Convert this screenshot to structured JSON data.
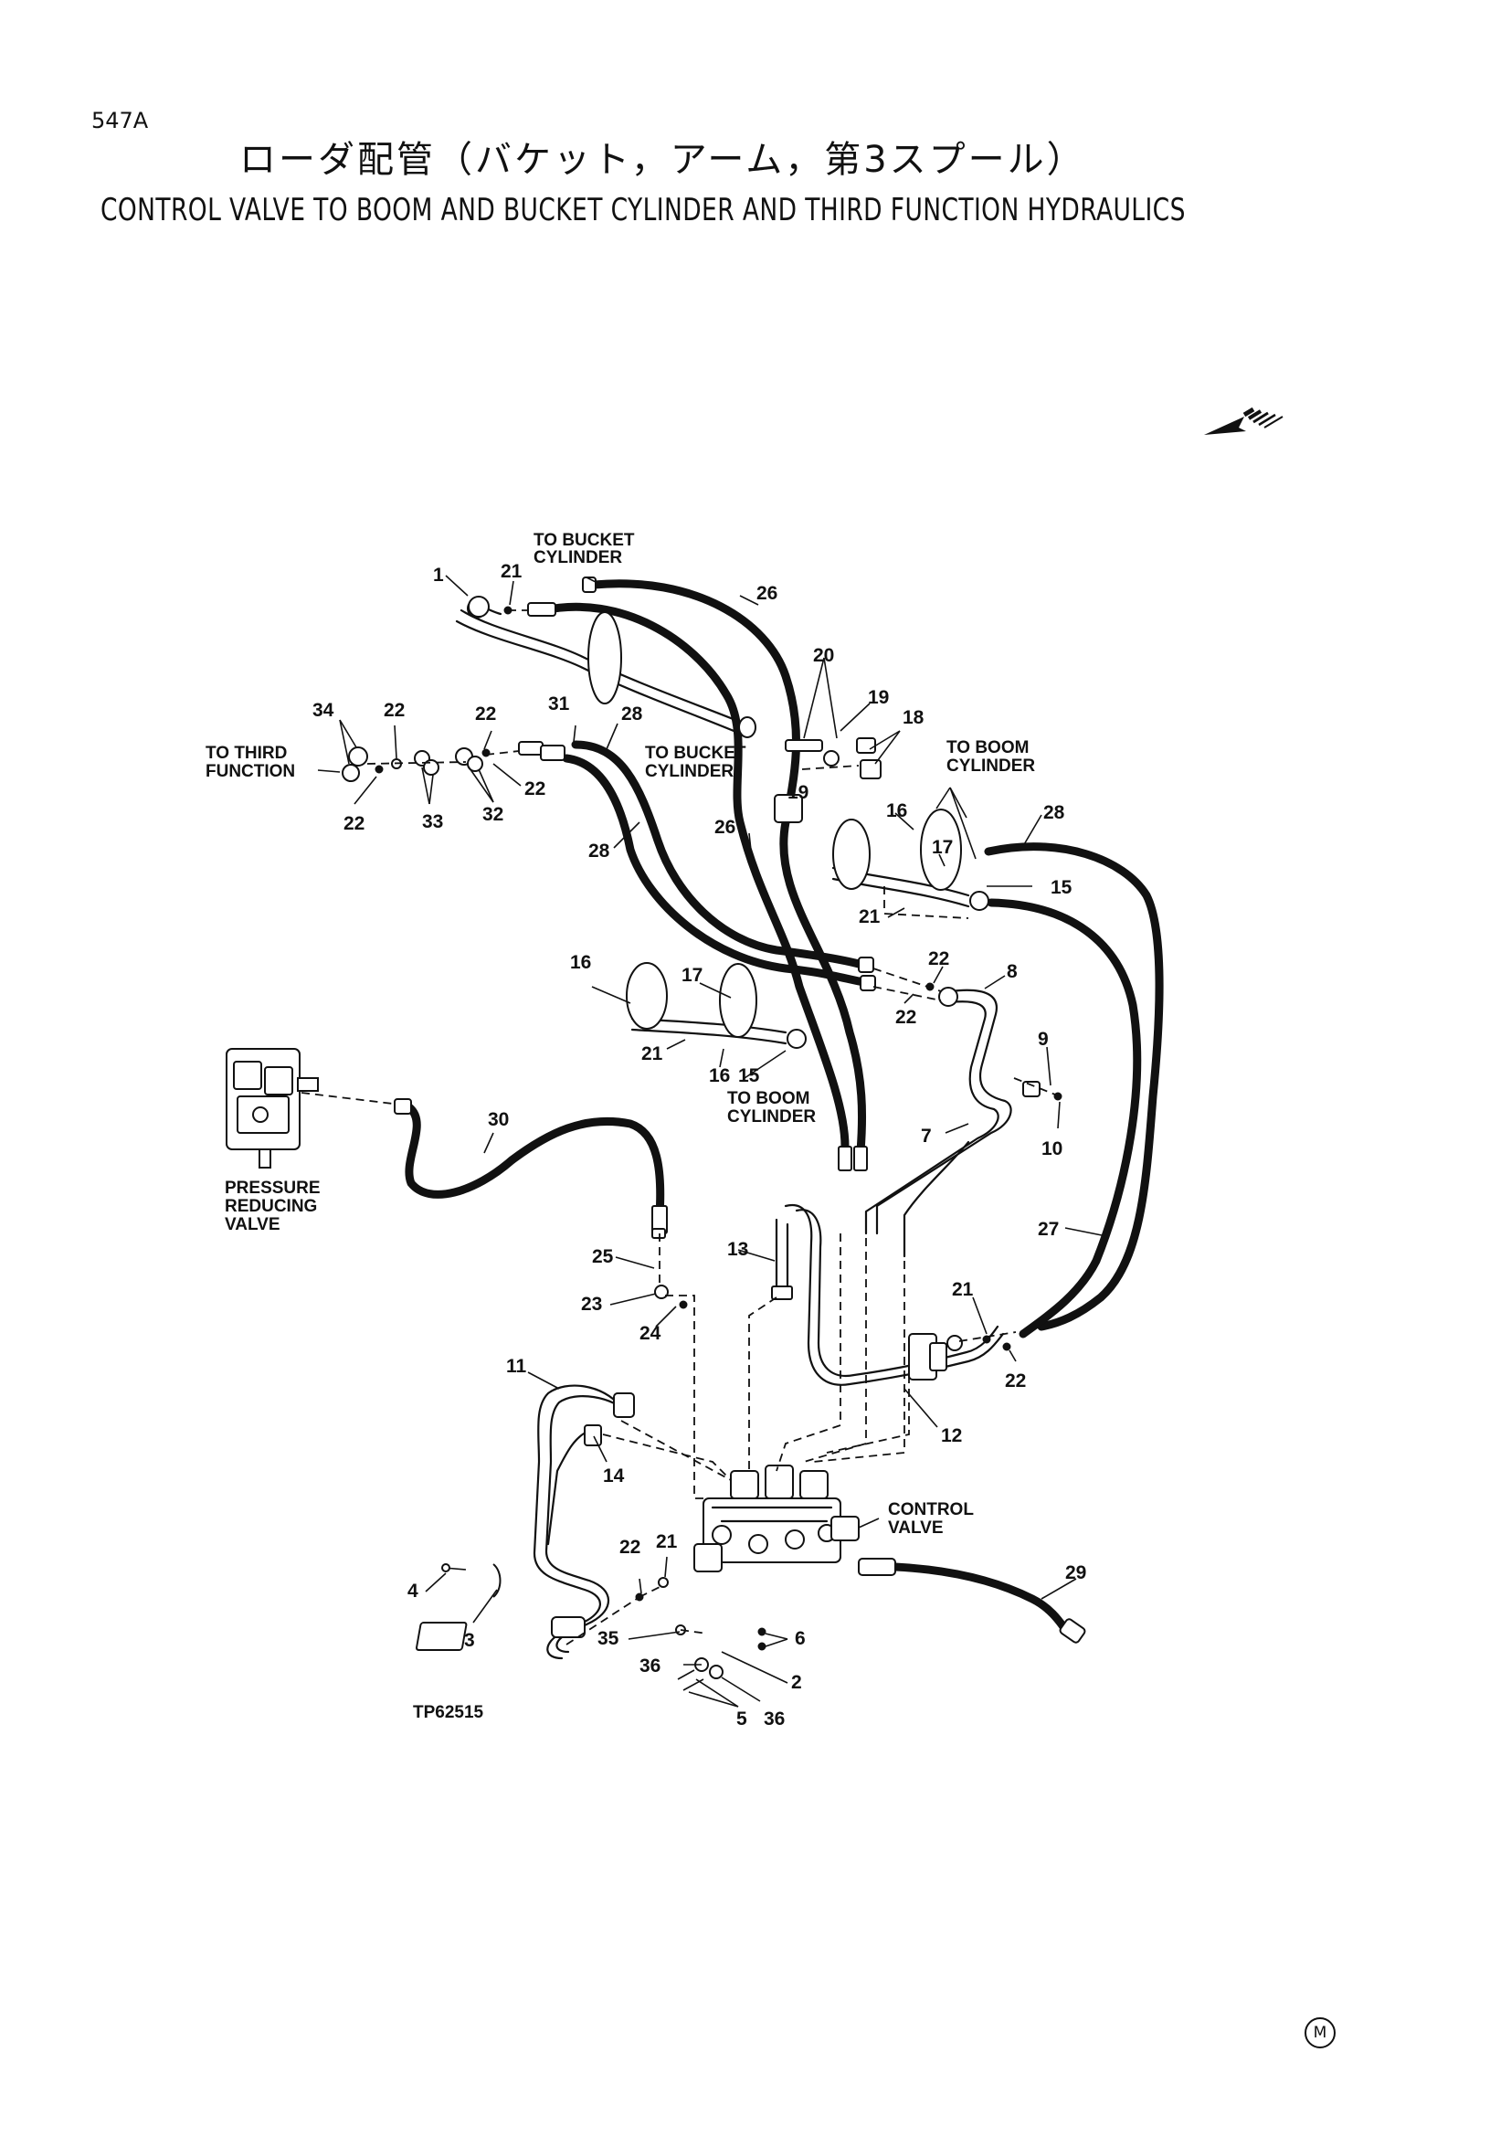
{
  "header": {
    "page_number": "547A",
    "title_jp": "ローダ配管（バケット，アーム，第3スプール）",
    "title_en": "CONTROL VALVE TO BOOM AND BUCKET CYLINDER AND THIRD FUNCTION HYDRAULICS"
  },
  "labels": {
    "to_bucket_cylinder_1": [
      "TO BUCKET",
      "CYLINDER"
    ],
    "to_bucket_cylinder_2": [
      "TO BUCKET",
      "CYLINDER"
    ],
    "to_third_function": [
      "TO THIRD",
      "FUNCTION"
    ],
    "to_boom_cylinder_1": [
      "TO BOOM",
      "CYLINDER"
    ],
    "to_boom_cylinder_2": [
      "TO BOOM",
      "CYLINDER"
    ],
    "pressure_reducing_valve": [
      "PRESSURE",
      "REDUCING",
      "VALVE"
    ],
    "control_valve": [
      "CONTROL",
      "VALVE"
    ]
  },
  "callouts": [
    "1",
    "2",
    "3",
    "4",
    "5",
    "6",
    "7",
    "8",
    "9",
    "10",
    "11",
    "12",
    "13",
    "14",
    "15",
    "16",
    "17",
    "18",
    "19",
    "20",
    "21",
    "22",
    "23",
    "24",
    "25",
    "26",
    "27",
    "28",
    "29",
    "30",
    "31",
    "32",
    "33",
    "34",
    "35",
    "36"
  ],
  "drawing_number": "TP62515",
  "footer_mark": "M",
  "icons": [
    "front-direction-arrow-icon"
  ]
}
